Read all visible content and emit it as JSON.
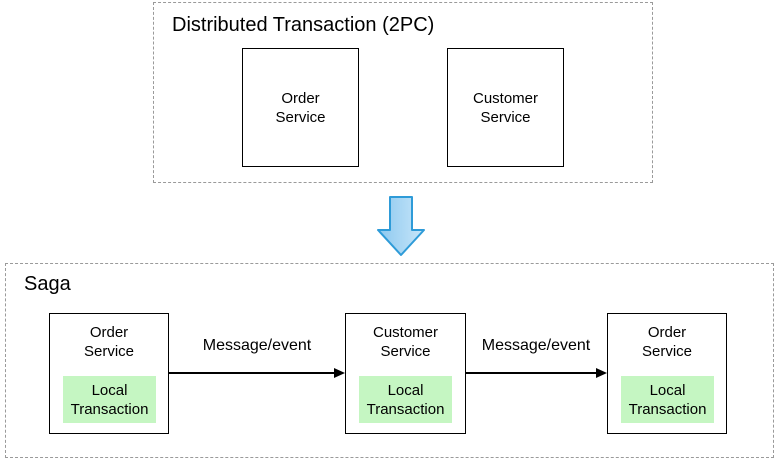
{
  "colors": {
    "green_fill": "#c5f6c2",
    "arrow_fill_dark": "#8cc8ef",
    "arrow_fill_light": "#c8e6f9",
    "arrow_stroke": "#2e9bd8",
    "dashed_border": "#9a9a9a",
    "box_border": "#000000"
  },
  "twopc": {
    "title": "Distributed Transaction (2PC)",
    "boxes": [
      {
        "lines": [
          "Order",
          "Service"
        ]
      },
      {
        "lines": [
          "Customer",
          "Service"
        ]
      }
    ]
  },
  "transform_arrow": {
    "icon": "down-arrow"
  },
  "saga": {
    "title": "Saga",
    "nodes": [
      {
        "service_lines": [
          "Order",
          "Service"
        ],
        "local_lines": [
          "Local",
          "Transaction"
        ]
      },
      {
        "service_lines": [
          "Customer",
          "Service"
        ],
        "local_lines": [
          "Local",
          "Transaction"
        ]
      },
      {
        "service_lines": [
          "Order",
          "Service"
        ],
        "local_lines": [
          "Local",
          "Transaction"
        ]
      }
    ],
    "arrows": [
      {
        "label": "Message/event"
      },
      {
        "label": "Message/event"
      }
    ]
  }
}
